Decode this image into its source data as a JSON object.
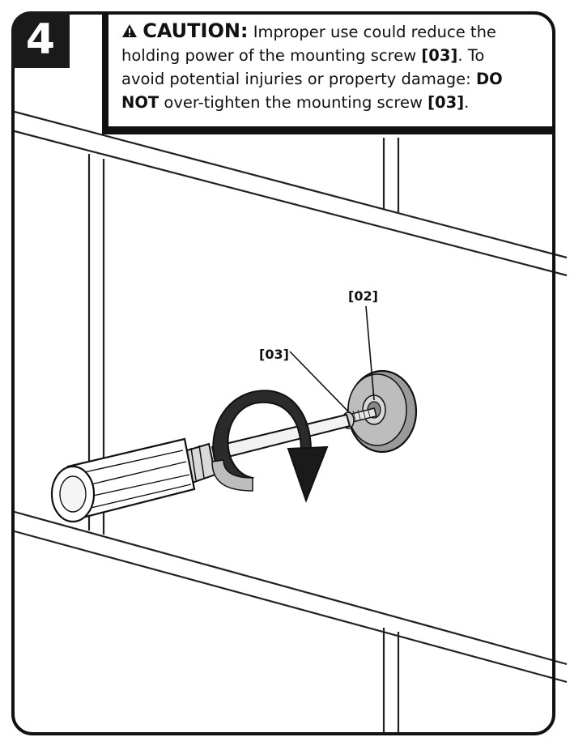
{
  "step": {
    "number": "4"
  },
  "caution": {
    "icon": "warning-triangle-icon",
    "heading": "CAUTION:",
    "line1_rest": "Improper use could reduce the",
    "line2_a": "holding power of the mounting screw ",
    "line2_ref": "[03]",
    "line2_b": ".  To",
    "line3_a": "avoid potential injuries or property damage: ",
    "line3_do": "DO",
    "line4_not": "NOT",
    "line4_b": " over-tighten the mounting screw ",
    "line4_ref": "[03]",
    "line4_end": "."
  },
  "callouts": {
    "anchor_part": "[02]",
    "screw_part": "[03]"
  },
  "illustration": {
    "icons": [
      "screwdriver-icon",
      "rotation-arrow-icon",
      "wall-anchor-icon",
      "mounting-screw-icon"
    ]
  }
}
